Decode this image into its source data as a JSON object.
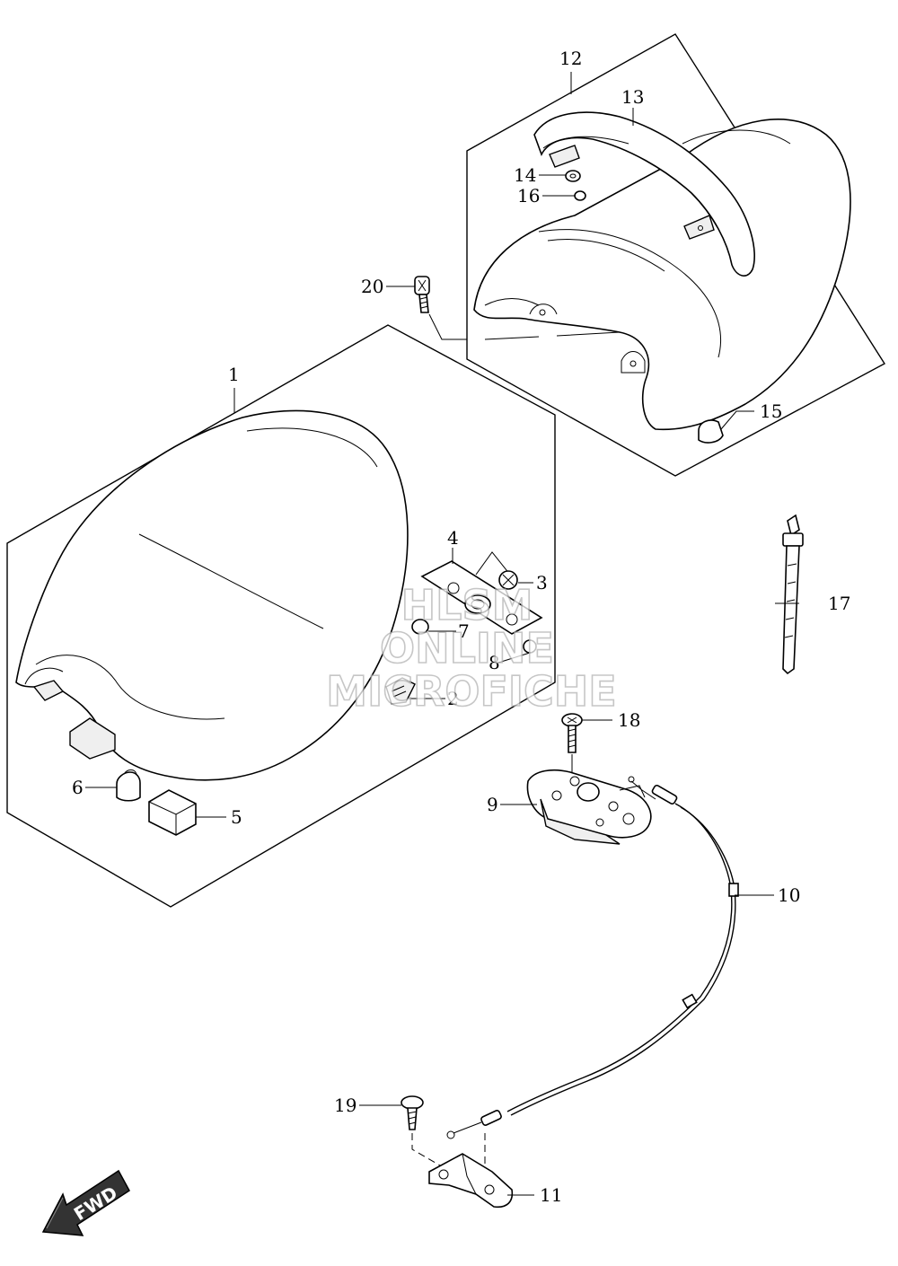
{
  "diagram": {
    "callouts": [
      {
        "id": "1",
        "label": "1"
      },
      {
        "id": "2",
        "label": "2"
      },
      {
        "id": "3",
        "label": "3"
      },
      {
        "id": "4",
        "label": "4"
      },
      {
        "id": "5",
        "label": "5"
      },
      {
        "id": "6",
        "label": "6"
      },
      {
        "id": "7",
        "label": "7"
      },
      {
        "id": "8",
        "label": "8"
      },
      {
        "id": "9",
        "label": "9"
      },
      {
        "id": "10",
        "label": "10"
      },
      {
        "id": "11",
        "label": "11"
      },
      {
        "id": "12",
        "label": "12"
      },
      {
        "id": "13",
        "label": "13"
      },
      {
        "id": "14",
        "label": "14"
      },
      {
        "id": "15",
        "label": "15"
      },
      {
        "id": "16",
        "label": "16"
      },
      {
        "id": "17",
        "label": "17"
      },
      {
        "id": "18",
        "label": "18"
      },
      {
        "id": "19",
        "label": "19"
      },
      {
        "id": "20",
        "label": "20"
      }
    ],
    "watermark": {
      "line1": "HLSM",
      "line2": "ONLINE",
      "line3": "MICROFICHE"
    },
    "direction_arrow": {
      "label": "FWD"
    },
    "colors": {
      "line": "#000000",
      "watermark": "#b4b4b4",
      "background": "#ffffff"
    }
  }
}
